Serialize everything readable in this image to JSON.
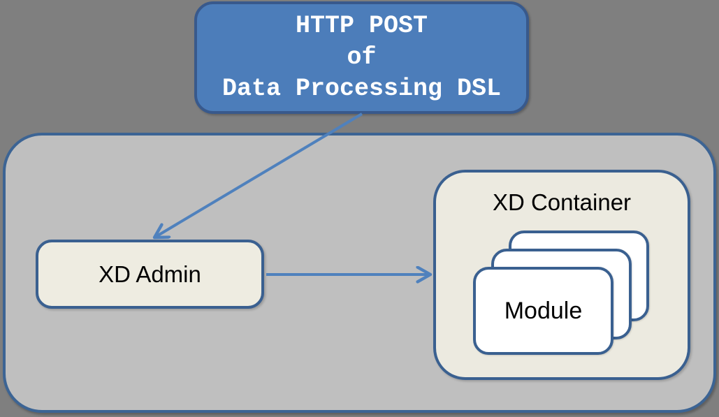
{
  "background_color": "#7F7F7F",
  "diagram": {
    "http_post_box": {
      "lines": [
        "HTTP POST",
        "of",
        "Data Processing DSL"
      ],
      "fill": "#4C7DBA",
      "border_color": "#38598C",
      "text_color": "#FFFFFF"
    },
    "platform_container": {
      "fill": "#BFBFBF",
      "border_color": "#3C6494"
    },
    "xd_admin_box": {
      "label": "XD Admin",
      "fill": "#EEECE1",
      "border_color": "#3A6090",
      "text_color": "#000000"
    },
    "xd_container_box": {
      "title": "XD Container",
      "fill": "#ECEAE0",
      "border_color": "#3A6090",
      "text_color": "#000000"
    },
    "module_stack": {
      "card_count": 3,
      "front_label": "Module",
      "fill": "#FFFFFF",
      "border_color": "#3A6090",
      "text_color": "#000000"
    },
    "arrows": {
      "color": "#4F81BD",
      "post_to_admin": {
        "from": "http_post_box",
        "to": "xd_admin_box"
      },
      "admin_to_container": {
        "from": "xd_admin_box",
        "to": "xd_container_box"
      }
    }
  }
}
